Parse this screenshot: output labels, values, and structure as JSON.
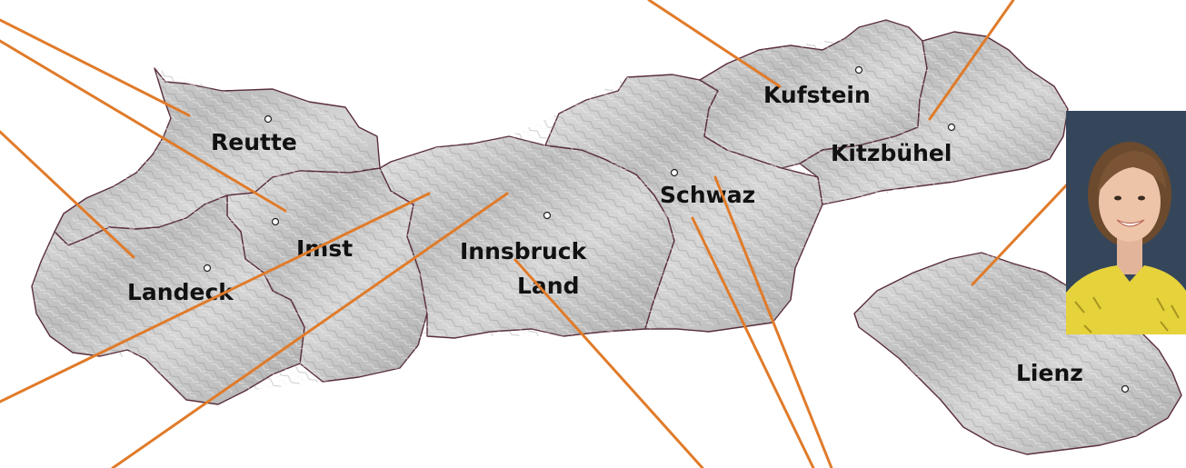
{
  "map": {
    "districts": [
      {
        "id": "reutte",
        "label": "Reutte"
      },
      {
        "id": "imst",
        "label": "Imst"
      },
      {
        "id": "landeck",
        "label": "Landeck"
      },
      {
        "id": "innsbruck-land",
        "label_line1": "Innsbruck",
        "label_line2": "Land"
      },
      {
        "id": "schwaz",
        "label": "Schwaz"
      },
      {
        "id": "kufstein",
        "label": "Kufstein"
      },
      {
        "id": "kitzbuehel",
        "label": "Kitzbühel"
      },
      {
        "id": "lienz",
        "label": "Lienz"
      }
    ],
    "colors": {
      "connector_lines": "#e07b2a",
      "district_borders": "#5a2d3a",
      "terrain_fill": "#c9c9c9"
    },
    "portrait": {
      "background": "#2f3f52",
      "top_color": "#e6d23a",
      "icon": "person-photo-icon"
    }
  }
}
